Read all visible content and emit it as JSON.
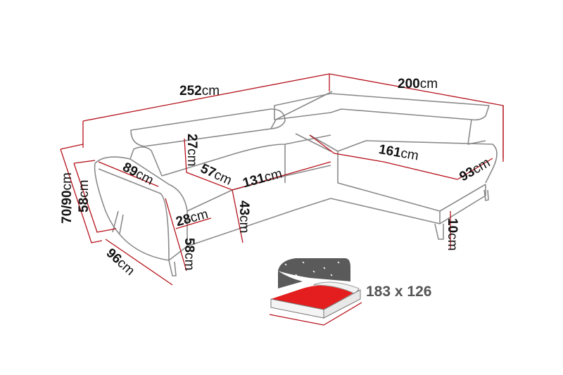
{
  "colors": {
    "outline": "#7a7a7a",
    "dimension": "#b5121b",
    "bed_red": "#e41e1e",
    "bed_dark": "#5a5a5a"
  },
  "dimensions": {
    "total_length": {
      "value": "252",
      "unit": "cm"
    },
    "corner_length": {
      "value": "200",
      "unit": "cm"
    },
    "headrest_height": {
      "value": "27",
      "unit": "cm"
    },
    "armrest_depth": {
      "value": "89",
      "unit": "cm"
    },
    "seat_depth": {
      "value": "57",
      "unit": "cm"
    },
    "seat_width": {
      "value": "131",
      "unit": "cm"
    },
    "chaise_length": {
      "value": "161",
      "unit": "cm"
    },
    "chaise_width": {
      "value": "93",
      "unit": "cm"
    },
    "total_height": {
      "value": "70/90",
      "unit": "cm"
    },
    "back_height": {
      "value": "58",
      "unit": "cm"
    },
    "armrest_width": {
      "value": "28",
      "unit": "cm"
    },
    "seat_height": {
      "value": "43",
      "unit": "cm"
    },
    "armrest_height": {
      "value": "58",
      "unit": "cm"
    },
    "total_depth": {
      "value": "96",
      "unit": "cm"
    },
    "leg_height": {
      "value": "10",
      "unit": "cm"
    }
  },
  "bed": {
    "size_label": "183 x 126",
    "icon": "sleeping-function-icon"
  }
}
